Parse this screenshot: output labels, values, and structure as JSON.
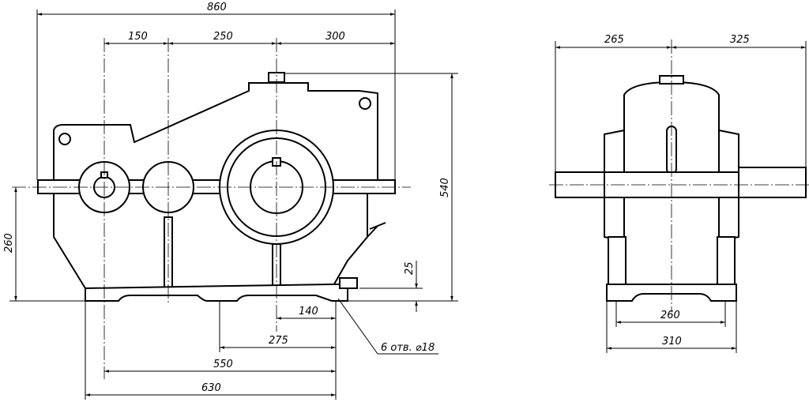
{
  "drawing": {
    "front_view": {
      "overall_length": "860",
      "shaft_spacing_1": "150",
      "shaft_spacing_2": "250",
      "shaft_overhang": "300",
      "overall_height": "540",
      "axis_height": "260",
      "foot_thickness": "25",
      "bolt_dim_140": "140",
      "bolt_dim_275": "275",
      "bolt_dim_550": "550",
      "base_length": "630",
      "holes_note": "6 отв. ⌀18"
    },
    "side_view": {
      "left_shaft": "265",
      "right_shaft": "325",
      "bolt_spacing": "260",
      "base_width": "310"
    }
  }
}
